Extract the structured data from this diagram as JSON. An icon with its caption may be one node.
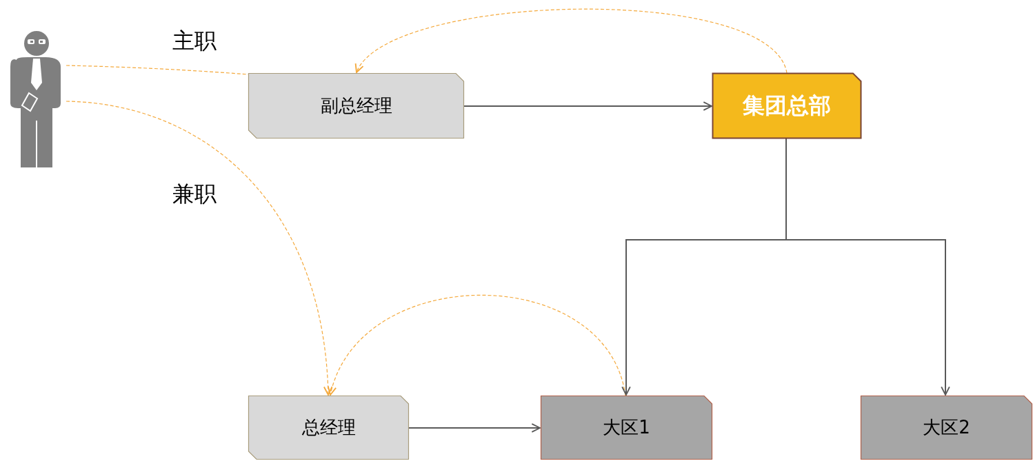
{
  "diagram": {
    "nodes": [
      {
        "text": [],
        "shape": "person"
      },
      {
        "text": [
          "副总经理"
        ]
      },
      {
        "text": [
          "集团总部"
        ]
      },
      {
        "text": [
          "总经理"
        ]
      },
      {
        "text": [
          "大区1"
        ]
      },
      {
        "text": [
          "大区2"
        ]
      }
    ],
    "edges": [
      {
        "from": 0,
        "to": 1,
        "arrow": "none",
        "label": "主职",
        "style": "dashed",
        "color": "#f4a93c"
      },
      {
        "from": 0,
        "to": 3,
        "arrow": "to",
        "label": "兼职",
        "style": "dashed",
        "color": "#f4a93c"
      },
      {
        "from": 2,
        "to": 1,
        "arrow": "to",
        "style": "dashed",
        "color": "#f4a93c"
      },
      {
        "from": 4,
        "to": 3,
        "arrow": "to",
        "style": "dashed",
        "color": "#f4a93c"
      },
      {
        "from": 1,
        "to": 2,
        "arrow": "to",
        "color": "#595959"
      },
      {
        "from": 3,
        "to": 4,
        "arrow": "to",
        "color": "#595959"
      },
      {
        "from": 2,
        "to": 4,
        "arrow": "to",
        "color": "#595959"
      },
      {
        "from": 2,
        "to": 5,
        "arrow": "to",
        "color": "#595959"
      }
    ]
  }
}
